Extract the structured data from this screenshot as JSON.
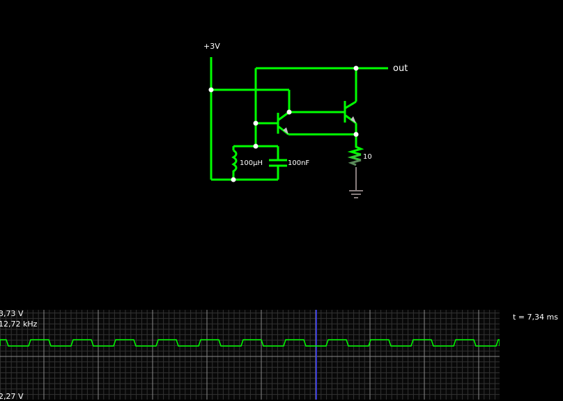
{
  "circuit": {
    "supply_label": "+3V",
    "output_label": "out",
    "inductor_label": "100µH",
    "capacitor_label": "100nF",
    "resistor_label": "10",
    "wire_color": "#00ff00",
    "node_color": "#ffffff",
    "ground_color": "#808080"
  },
  "scope": {
    "max_label": "3,73 V",
    "freq_label": "12,72 kHz",
    "min_label": "2,27 V",
    "time_label": "t = 7,34 ms",
    "trace_color": "#00ff00",
    "cursor_color": "#3333ff",
    "waveform": {
      "type": "square",
      "high_fraction": 0.5
    }
  }
}
